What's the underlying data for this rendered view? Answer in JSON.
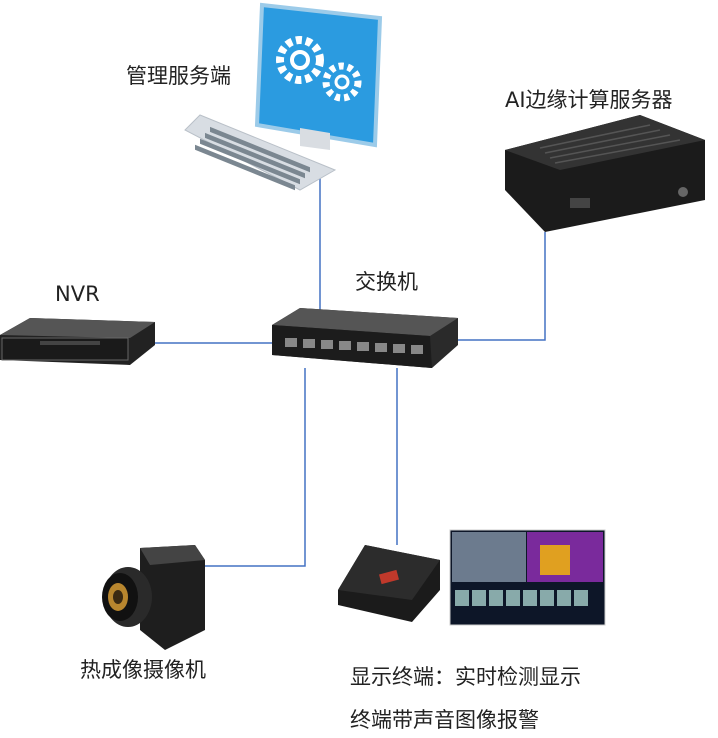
{
  "nodes": {
    "management": {
      "label": "管理服务端"
    },
    "ai_server": {
      "label": "AI边缘计算服务器"
    },
    "switch": {
      "label": "交换机"
    },
    "nvr": {
      "label": "NVR"
    },
    "camera": {
      "label": "热成像摄像机"
    },
    "display": {
      "label_line1": "显示终端：实时检测显示",
      "label_line2": "终端带声音图像报警"
    }
  },
  "colors": {
    "link": "#4472c4",
    "monitor": "#2b9be0",
    "device": "#222222"
  }
}
